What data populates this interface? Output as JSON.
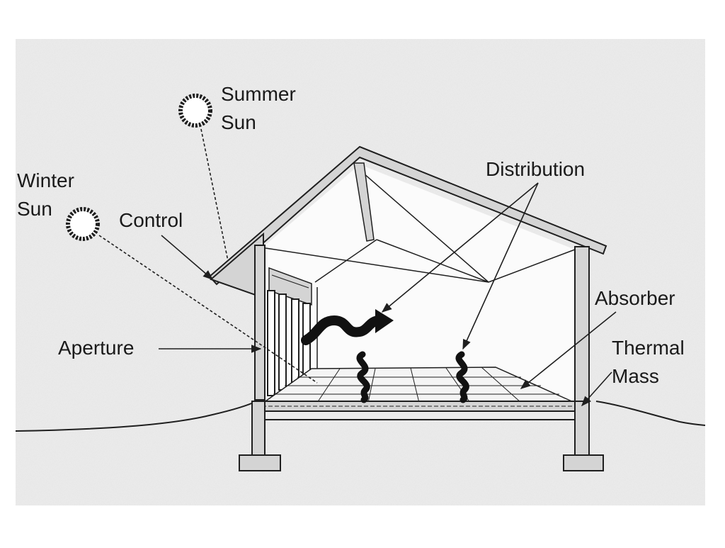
{
  "labels": {
    "summer_sun": [
      "Summer",
      "Sun"
    ],
    "winter_sun": [
      "Winter",
      "Sun"
    ],
    "control": "Control",
    "aperture": "Aperture",
    "distribution": "Distribution",
    "absorber": "Absorber",
    "thermal_mass": [
      "Thermal",
      "Mass"
    ]
  },
  "colors": {
    "background_paper": "#ececec",
    "page": "#ffffff",
    "line": "#1f1f1f",
    "wall_fill": "#d4d4d4",
    "interior": "#fbfbfb"
  }
}
